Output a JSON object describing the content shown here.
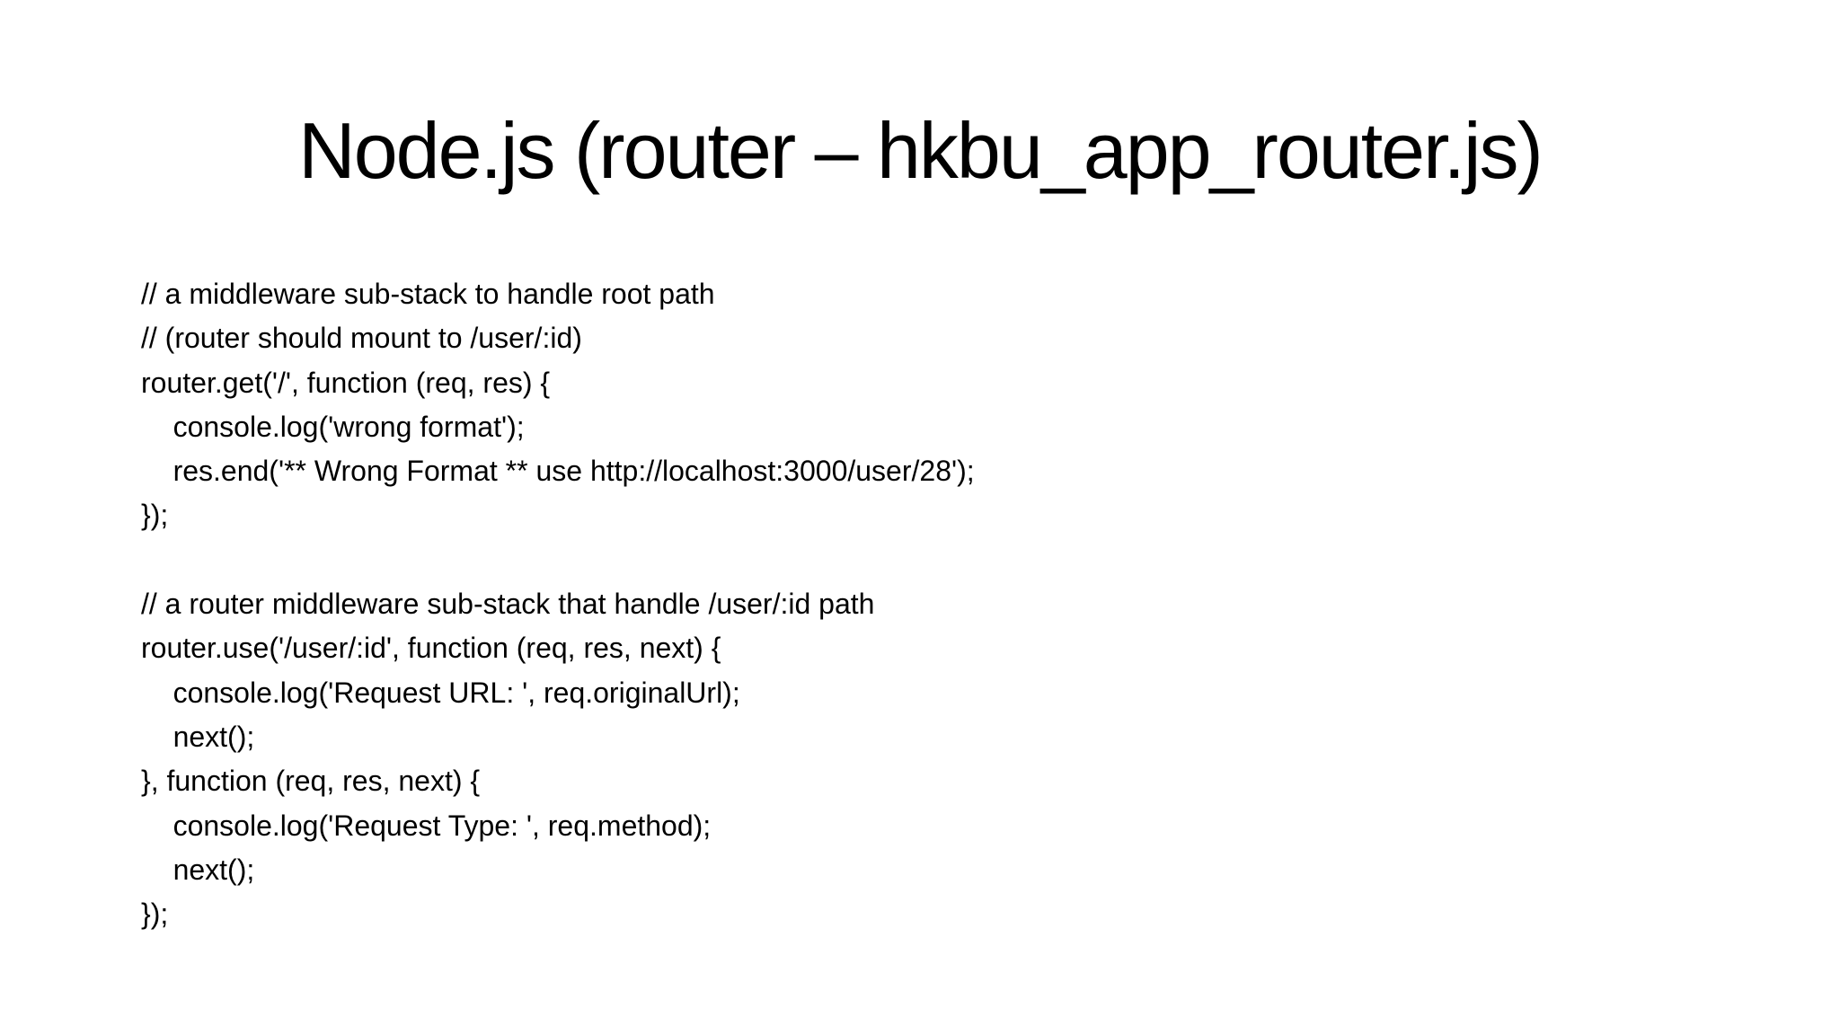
{
  "slide": {
    "title": "Node.js (router – hkbu_app_router.js)",
    "background_color": "#ffffff",
    "text_color": "#000000"
  },
  "code": {
    "block1": {
      "lines": [
        "// a middleware sub-stack to handle root path",
        "// (router should mount to /user/:id)",
        "router.get('/', function (req, res) {",
        "    console.log('wrong format');",
        "    res.end('** Wrong Format ** use http://localhost:3000/user/28');",
        "});"
      ]
    },
    "block2": {
      "lines": [
        "// a router middleware sub-stack that handle /user/:id path",
        "router.use('/user/:id', function (req, res, next) {",
        "    console.log('Request URL: ', req.originalUrl);",
        "    next();",
        "}, function (req, res, next) {",
        "    console.log('Request Type: ', req.method);",
        "    next();",
        "});"
      ]
    }
  }
}
